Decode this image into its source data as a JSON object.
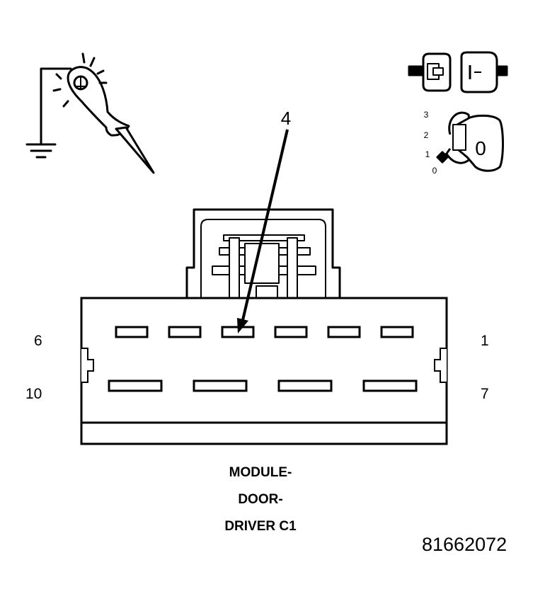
{
  "callout": {
    "number": "4"
  },
  "pins": {
    "top_left": "6",
    "top_right": "1",
    "bottom_left": "10",
    "bottom_right": "7"
  },
  "ignition": {
    "key_position": "0",
    "scale": [
      "3",
      "2",
      "1",
      "0"
    ]
  },
  "caption": {
    "line1": "MODULE-",
    "line2": "DOOR-",
    "line3": "DRIVER C1"
  },
  "figure_number": "81662072"
}
